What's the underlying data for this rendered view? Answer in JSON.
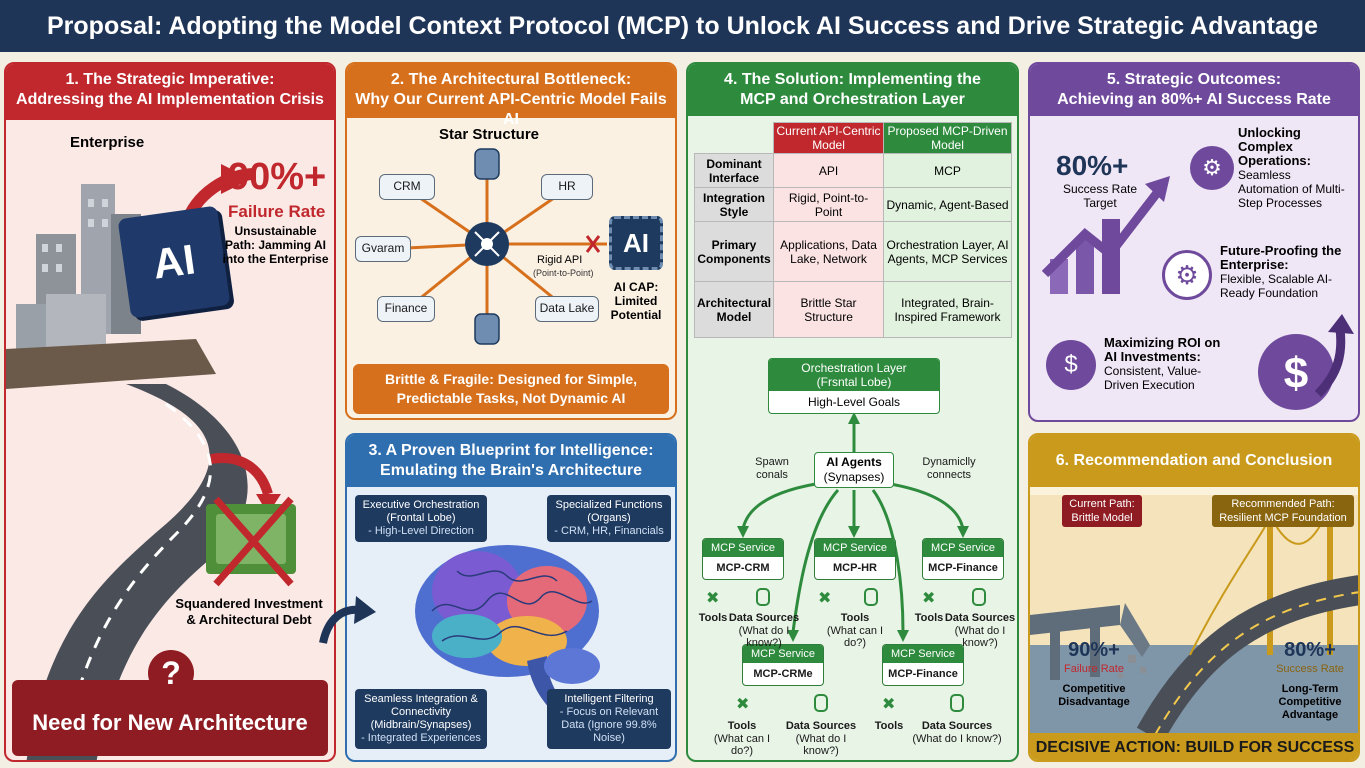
{
  "title": "Proposal: Adopting the Model Context Protocol (MCP) to Unlock AI Success and Drive Strategic Advantage",
  "colors": {
    "navy": "#1f3558",
    "red": "#c0282d",
    "orange": "#d7701c",
    "blue": "#2f6fb0",
    "green": "#2e8b3e",
    "purple": "#6f4a9c",
    "gold": "#c99a1b"
  },
  "p1": {
    "title1": "1. The Strategic Imperative:",
    "title2": "Addressing the AI Implementation Crisis",
    "enterprise": "Enterprise",
    "ai": "AI",
    "stat": "90%+",
    "stat_label": "Failure Rate",
    "path_note": "Unsustainable Path: Jamming AI into the Enterprise",
    "squandered": "Squandered Investment & Architectural Debt",
    "question": "?",
    "need": "Need for New Architecture"
  },
  "p2": {
    "title1": "2. The Architectural Bottleneck:",
    "title2": "Why Our Current API-Centric Model Fails AI",
    "star": "Star Structure",
    "nodes": {
      "crm": "CRM",
      "hr": "HR",
      "gvaram": "Gvaram",
      "finance": "Finance",
      "datalake": "Data Lake"
    },
    "ai": "AI",
    "rigid": "Rigid API",
    "rigid_sub": "(Point-to-Point)",
    "cap": "AI CAP: Limited Potential",
    "footer": "Brittle & Fragile: Designed for Simple, Predictable Tasks, Not Dynamic AI"
  },
  "p3": {
    "title1": "3. A Proven Blueprint for Intelligence:",
    "title2": "Emulating the Brain's Architecture",
    "exec_t": "Executive Orchestration (Frontal Lobe)",
    "exec_s": "- High-Level Direction",
    "spec_t": "Specialized Functions (Organs)",
    "spec_s": "- CRM, HR, Financials",
    "seam_t": "Seamless Integration & Connectivity (Midbrain/Synapses)",
    "seam_s": "- Integrated Experiences",
    "filt_t": "Intelligent Filtering",
    "filt_s": "- Focus on Relevant Data (Ignore 99.8% Noise)"
  },
  "p4": {
    "title1": "4. The Solution: Implementing the",
    "title2": "MCP and Orchestration Layer",
    "head_cur": "Current API-Centric Model",
    "head_prop": "Proposed MCP-Driven Model",
    "rows": [
      {
        "label": "Dominant Interface",
        "cur": "API",
        "prop": "MCP"
      },
      {
        "label": "Integration Style",
        "cur": "Rigid, Point-to-Point",
        "prop": "Dynamic, Agent-Based"
      },
      {
        "label": "Primary Components",
        "cur": "Applications, Data Lake, Network",
        "prop": "Orchestration Layer, AI Agents, MCP Services"
      },
      {
        "label": "Architectural Model",
        "cur": "Brittle Star Structure",
        "prop": "Integrated, Brain-Inspired Framework"
      }
    ],
    "orch_t": "Orchestration Layer",
    "orch_s": "(Frsntal Lobe)",
    "orch_g": "High-Level Goals",
    "agents_t": "AI Agents",
    "agents_s": "(Synapses)",
    "spawn": "Spawn conals",
    "dyn": "Dynamiclly connects",
    "svc_label": "MCP Service",
    "svcs": [
      "MCP-CRM",
      "MCP-HR",
      "MCP-Finance",
      "MCP-CRMe",
      "MCP-Finance"
    ],
    "tools": "Tools",
    "data_sources": "Data Sources",
    "what_know": "(What do I know?)",
    "what_do": "(What can I do?)"
  },
  "p5": {
    "title1": "5. Strategic Outcomes:",
    "title2": "Achieving an 80%+ AI Success Rate",
    "stat": "80%+",
    "stat_label": "Success Rate Target",
    "o1_t": "Unlocking Complex Operations:",
    "o1_s": "Seamless Automation of Multi-Step Processes",
    "o2_t": "Future-Proofing the Enterprise:",
    "o2_s": "Flexible, Scalable AI-Ready Foundation",
    "o3_t": "Maximizing ROI on AI Investments:",
    "o3_s": "Consistent, Value-Driven Execution"
  },
  "p6": {
    "title": "6. Recommendation and Conclusion",
    "cur_t": "Current Path:",
    "cur_s": "Brittle Model",
    "rec_t": "Recommended Path:",
    "rec_s": "Resilient MCP Foundation",
    "left_stat": "90%+",
    "left_lbl": "Failure Rate",
    "left_note": "Competitive Disadvantage",
    "right_stat": "80%+",
    "right_lbl": "Success Rate",
    "right_note": "Long-Term Competitive Advantage",
    "footer": "DECISIVE ACTION: BUILD FOR SUCCESS"
  }
}
